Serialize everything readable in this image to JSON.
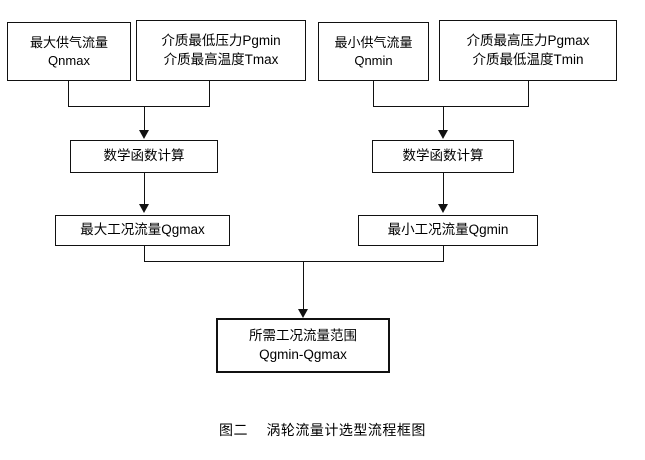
{
  "figure": {
    "caption_number": "图二",
    "caption_title": "涡轮流量计选型流程框图"
  },
  "nodes": {
    "qnmax": {
      "line1": "最大供气流量",
      "line2": "Qnmax"
    },
    "pgmin_tmax": {
      "line1": "介质最低压力Pgmin",
      "line2": "介质最高温度Tmax"
    },
    "qnmin": {
      "line1": "最小供气流量",
      "line2": "Qnmin"
    },
    "pgmax_tmin": {
      "line1": "介质最高压力Pgmax",
      "line2": "介质最低温度Tmin"
    },
    "calc_left": {
      "line1": "数学函数计算"
    },
    "calc_right": {
      "line1": "数学函数计算"
    },
    "qgmax": {
      "line1": "最大工况流量Qgmax"
    },
    "qgmin": {
      "line1": "最小工况流量Qgmin"
    },
    "result": {
      "line1": "所需工况流量范围",
      "line2": "Qgmin-Qgmax"
    }
  },
  "colors": {
    "stroke": "#111111",
    "background": "#ffffff",
    "text": "#000000"
  }
}
